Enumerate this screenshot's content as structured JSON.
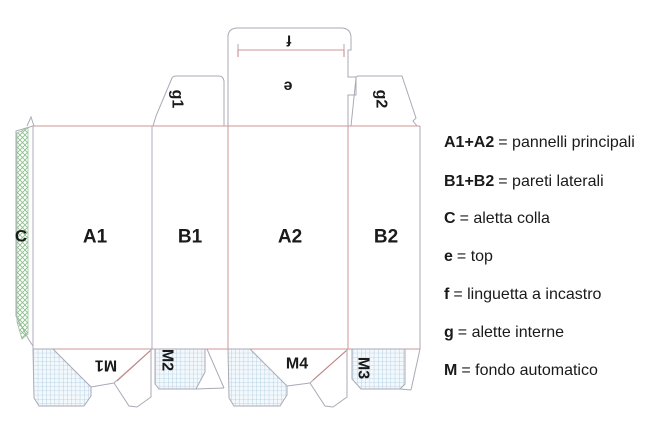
{
  "diagram": {
    "labels": {
      "c": "C",
      "a1": "A1",
      "b1": "B1",
      "a2": "A2",
      "b2": "B2",
      "g1": "g1",
      "g2": "g2",
      "e": "e",
      "f": "f",
      "m1": "M1",
      "m2": "M2",
      "m3": "M3",
      "m4": "M4"
    }
  },
  "legend": {
    "items": [
      {
        "key": "A1+A2",
        "desc": "= pannelli principali"
      },
      {
        "key": "B1+B2",
        "desc": "= pareti laterali"
      },
      {
        "key": "C",
        "desc": "= aletta colla"
      },
      {
        "key": "e",
        "desc": "= top"
      },
      {
        "key": "f",
        "desc": "= linguetta a incastro"
      },
      {
        "key": "g",
        "desc": "= alette interne"
      },
      {
        "key": "M",
        "desc": "= fondo automatico"
      }
    ]
  },
  "colors": {
    "background": "#ffffff",
    "cut_line": "#a9aab6",
    "fold_line": "#cf9595",
    "fold_diagonal_red": "#c88181",
    "glue_hatch_green": "#86bd86",
    "glue_hatch_blue": "#abcbe1",
    "label_text": "#1a1a1a"
  }
}
